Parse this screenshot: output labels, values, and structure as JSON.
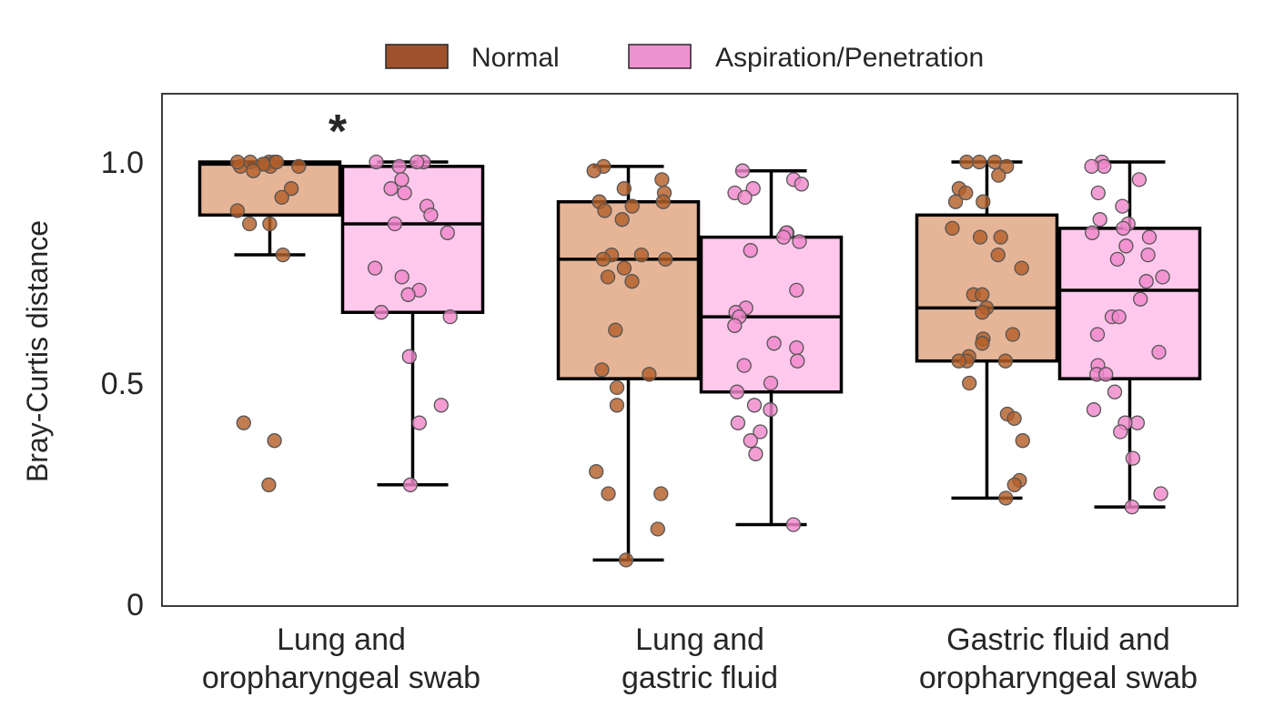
{
  "chart_data": {
    "type": "box",
    "ylabel": "Bray-Curtis distance",
    "xlabel": "",
    "ylim": [
      0,
      1.16
    ],
    "yticks": [
      {
        "value": 0,
        "label": "0"
      },
      {
        "value": 0.5,
        "label": "0.5"
      },
      {
        "value": 1.0,
        "label": "1.0"
      }
    ],
    "grid": false,
    "legend_position": "top-center",
    "categories": [
      {
        "lines": [
          "Lung and",
          "oropharyngeal swab"
        ],
        "annotation": "*"
      },
      {
        "lines": [
          "Lung and",
          "gastric fluid"
        ],
        "annotation": ""
      },
      {
        "lines": [
          "Gastric fluid and",
          "oropharyngeal swab"
        ],
        "annotation": ""
      }
    ],
    "series": [
      {
        "name": "Normal",
        "legend_color": "#a0522d",
        "box_fill": "#e6b597",
        "point_color": "#b35f2a",
        "boxes": [
          {
            "whisker_low": 0.79,
            "q1": 0.88,
            "median": 0.995,
            "q3": 1.0,
            "whisker_high": 1.0
          },
          {
            "whisker_low": 0.1,
            "q1": 0.51,
            "median": 0.78,
            "q3": 0.91,
            "whisker_high": 0.99
          },
          {
            "whisker_low": 0.24,
            "q1": 0.55,
            "median": 0.67,
            "q3": 0.88,
            "whisker_high": 1.0
          }
        ],
        "points": [
          [
            1.0,
            1.0,
            0.99,
            1.0,
            0.995,
            0.99,
            1.0,
            0.99,
            1.0,
            0.995,
            0.98,
            0.94,
            0.92,
            0.89,
            0.86,
            0.86,
            0.79,
            0.41,
            0.37,
            0.27
          ],
          [
            0.99,
            0.98,
            0.96,
            0.93,
            0.91,
            0.94,
            0.91,
            0.89,
            0.87,
            0.9,
            0.79,
            0.79,
            0.78,
            0.78,
            0.76,
            0.74,
            0.73,
            0.62,
            0.53,
            0.52,
            0.49,
            0.45,
            0.3,
            0.25,
            0.25,
            0.17,
            0.1
          ],
          [
            1.0,
            1.0,
            1.0,
            0.99,
            0.97,
            0.94,
            0.93,
            0.91,
            0.91,
            0.85,
            0.83,
            0.83,
            0.79,
            0.76,
            0.7,
            0.7,
            0.67,
            0.66,
            0.61,
            0.6,
            0.59,
            0.56,
            0.55,
            0.55,
            0.55,
            0.5,
            0.43,
            0.42,
            0.37,
            0.28,
            0.27,
            0.24
          ]
        ]
      },
      {
        "name": "Aspiration/Penetration",
        "legend_color": "#ee92cf",
        "box_fill": "#ffc8ec",
        "point_color": "#f088cc",
        "boxes": [
          {
            "whisker_low": 0.27,
            "q1": 0.66,
            "median": 0.86,
            "q3": 0.99,
            "whisker_high": 1.0
          },
          {
            "whisker_low": 0.18,
            "q1": 0.48,
            "median": 0.65,
            "q3": 0.83,
            "whisker_high": 0.98
          },
          {
            "whisker_low": 0.22,
            "q1": 0.51,
            "median": 0.71,
            "q3": 0.85,
            "whisker_high": 1.0
          }
        ],
        "points": [
          [
            1.0,
            1.0,
            1.0,
            0.99,
            0.96,
            0.94,
            0.93,
            0.9,
            0.88,
            0.86,
            0.84,
            0.76,
            0.74,
            0.71,
            0.7,
            0.66,
            0.65,
            0.56,
            0.45,
            0.41,
            0.27
          ],
          [
            0.98,
            0.96,
            0.95,
            0.94,
            0.93,
            0.92,
            0.84,
            0.84,
            0.83,
            0.82,
            0.8,
            0.71,
            0.67,
            0.66,
            0.65,
            0.63,
            0.59,
            0.58,
            0.55,
            0.54,
            0.5,
            0.48,
            0.45,
            0.44,
            0.41,
            0.39,
            0.37,
            0.34,
            0.18
          ],
          [
            1.0,
            0.99,
            0.99,
            0.96,
            0.93,
            0.9,
            0.87,
            0.86,
            0.85,
            0.84,
            0.83,
            0.81,
            0.79,
            0.78,
            0.74,
            0.73,
            0.69,
            0.65,
            0.65,
            0.61,
            0.57,
            0.54,
            0.52,
            0.52,
            0.48,
            0.44,
            0.41,
            0.41,
            0.39,
            0.33,
            0.25,
            0.22
          ]
        ]
      }
    ]
  }
}
